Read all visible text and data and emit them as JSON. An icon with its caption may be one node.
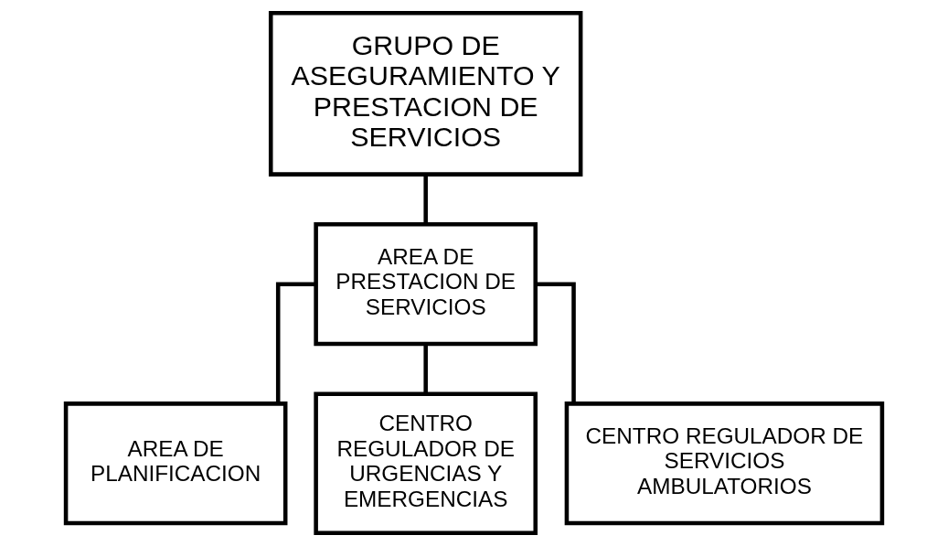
{
  "diagram": {
    "nodes": [
      {
        "text": [
          "GRUPO DE ASEGURAMIENTO Y PRESTACION DE SERVICIOS"
        ]
      },
      {
        "text": [
          "AREA DE PRESTACION DE SERVICIOS"
        ]
      },
      {
        "text": [
          "AREA DE PLANIFICACION"
        ]
      },
      {
        "text": [
          "CENTRO REGULADOR DE URGENCIAS Y EMERGENCIAS"
        ]
      },
      {
        "text": [
          "CENTRO REGULADOR DE SERVICIOS AMBULATORIOS"
        ]
      }
    ],
    "edges": [
      {
        "from": 0,
        "to": 1,
        "arrow": "none"
      },
      {
        "from": 1,
        "to": 2,
        "arrow": "none"
      },
      {
        "from": 1,
        "to": 3,
        "arrow": "none"
      },
      {
        "from": 1,
        "to": 4,
        "arrow": "none"
      }
    ]
  }
}
